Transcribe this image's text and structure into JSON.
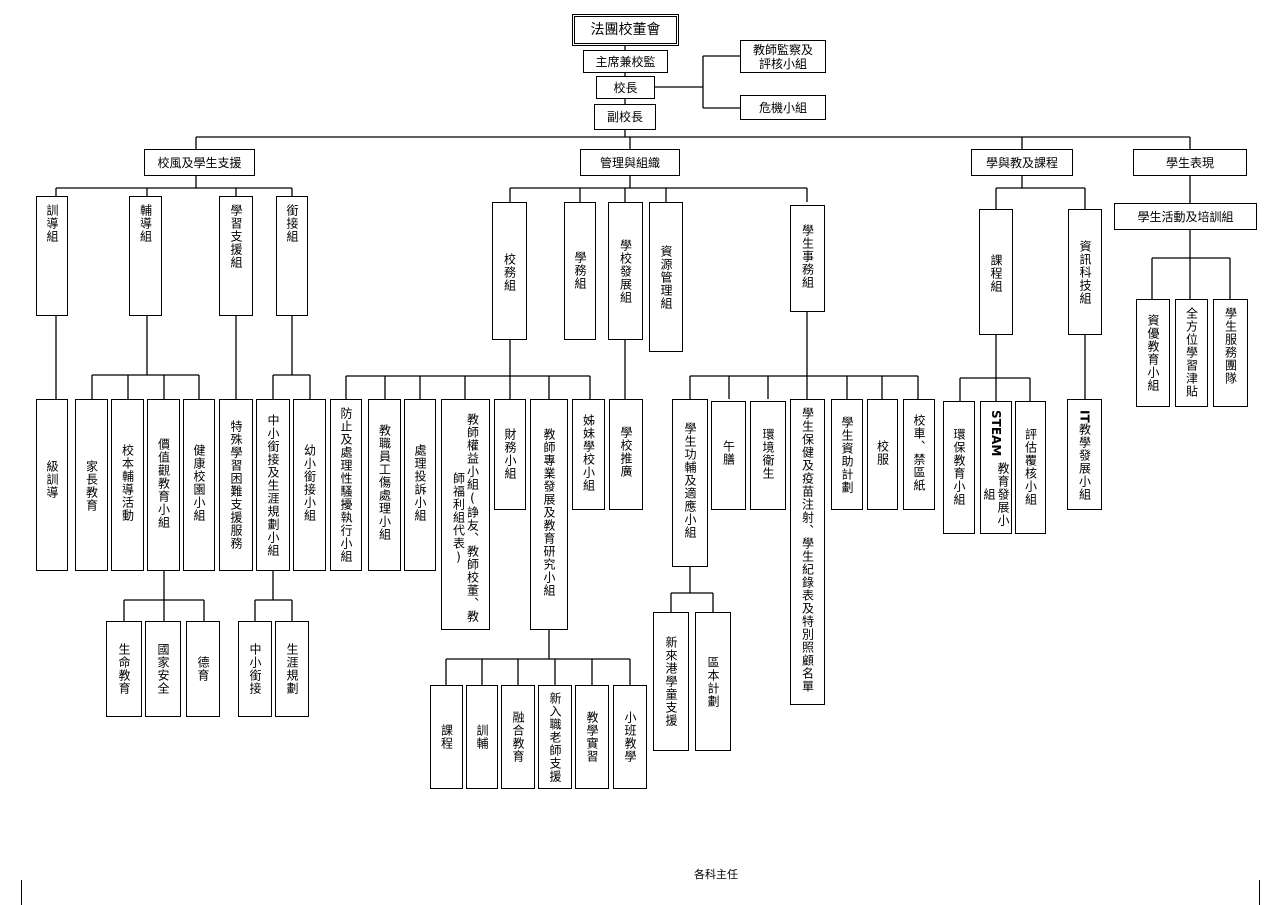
{
  "top": {
    "board": "法團校董會",
    "supervisor": "主席兼校監",
    "principal": "校長",
    "vice_principal": "副校長",
    "teacher_appraisal": "教師監察及\n評核小組",
    "crisis": "危機小組"
  },
  "branches": {
    "school_culture": {
      "label": "校風及學生支援",
      "groups": {
        "discipline": "訓導組",
        "guidance": "輔導組",
        "learning_support": "學習支援組",
        "transition": "銜接組"
      },
      "units": {
        "class_discipline": "級訓導",
        "parent_education": "家長教育",
        "school_guidance": "校本輔導活動",
        "values_education": "價值觀教育小組",
        "healthy_campus": "健康校園小組",
        "special_needs": "特殊學習困難支援服務",
        "primary_secondary": "中小銜接及生涯規劃小組",
        "kinder_primary": "幼小銜接小組"
      },
      "subunits": {
        "life_education": "生命教育",
        "national_security": "國家安全",
        "moral_education": "德育",
        "ps_transition": "中小銜接",
        "career_planning": "生涯規劃"
      }
    },
    "management": {
      "label": "管理與組織",
      "groups": {
        "school_affairs": "校務組",
        "academic_affairs": "學務組",
        "school_development": "學校發展組",
        "resource_management": "資源管理組",
        "student_affairs": "學生事務組"
      },
      "units": {
        "harassment": "防止及處理性騷擾執行小組",
        "staff_injury": "教職員工傷處理小組",
        "complaints": "處理投訴小組",
        "teacher_rights": "教師權益小組(諍友、教師校董、教師福利組代表)",
        "finance": "財務小組",
        "professional_dev": "教師專業發展及教育研究小組",
        "sister_school": "姊妹學校小組",
        "promotion": "學校推廣",
        "student_support": "學生功輔及適應小組",
        "lunch": "午膳",
        "hygiene": "環境衛生",
        "student_health": "學生保健及疫苗注射、學生紀錄表及特別照顧名單",
        "student_aid": "學生資助計劃",
        "uniform": "校服",
        "school_bus": "校車、禁區紙"
      },
      "subunits": {
        "curriculum": "課程",
        "discipline_guidance": "訓輔",
        "inclusive": "融合教育",
        "new_teacher": "新入職老師支援",
        "teaching_practice": "教學實習",
        "small_class": "小班教學",
        "new_arrival": "新來港學童支援",
        "district_plan": "區本計劃"
      }
    },
    "curriculum": {
      "label": "學與教及課程",
      "groups": {
        "curriculum_group": "課程組",
        "it_group": "資訊科技組"
      },
      "units": {
        "environment": "環保教育小組",
        "steam_prefix": "STEAM",
        "steam_suffix": "教育發展小組",
        "assessment": "評估覆核小組",
        "it_prefix": "IT",
        "it_suffix": "教學發展小組"
      }
    },
    "student_performance": {
      "label": "學生表現",
      "activities": "學生活動及培訓組",
      "units": {
        "gifted": "資優教育小組",
        "all_round": "全方位學習津貼",
        "service": "學生服務團隊"
      }
    }
  },
  "footer": "各科主任"
}
